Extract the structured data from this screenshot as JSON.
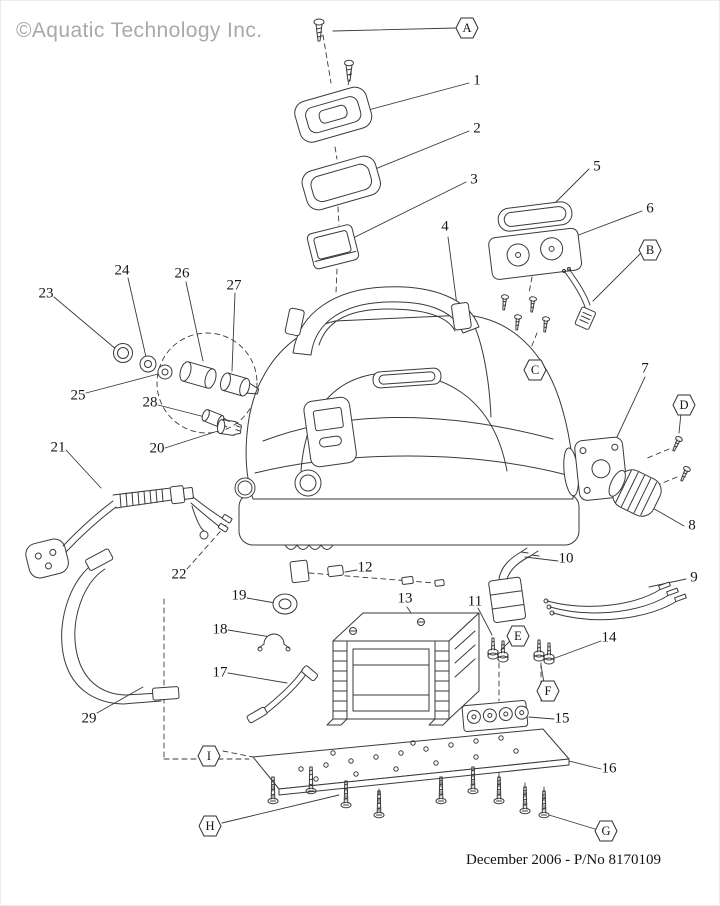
{
  "header": {
    "watermark": "©Aquatic Technology Inc."
  },
  "footer": {
    "text": "December 2006 - P/No 8170109"
  },
  "colors": {
    "line": "#3a3a3a",
    "watermark": "#a9a9a9",
    "background": "#ffffff"
  },
  "diagram": {
    "type": "exploded-parts-diagram",
    "numbers": [
      "1",
      "2",
      "3",
      "4",
      "5",
      "6",
      "7",
      "8",
      "9",
      "10",
      "11",
      "12",
      "13",
      "14",
      "15",
      "16",
      "17",
      "18",
      "19",
      "20",
      "21",
      "22",
      "23",
      "24",
      "25",
      "26",
      "27",
      "28",
      "29"
    ],
    "letters": [
      "A",
      "B",
      "C",
      "D",
      "E",
      "F",
      "G",
      "H",
      "I"
    ]
  }
}
